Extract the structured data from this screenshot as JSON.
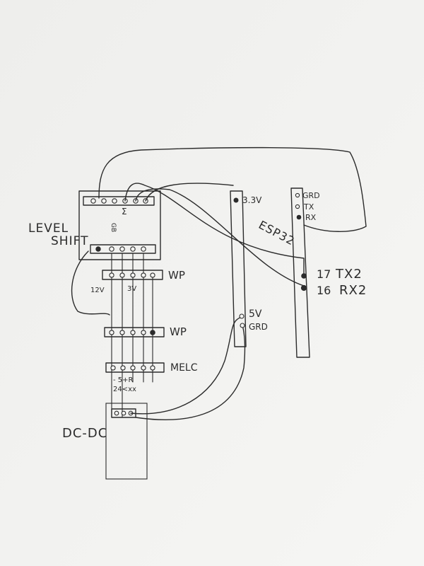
{
  "modules": {
    "level_shift": {
      "label_line1": "LEVEL",
      "label_line2": "SHIFT"
    },
    "esp32": {
      "label": "ESP32",
      "pin_top_1": "GRD",
      "pin_top_2": "TX",
      "pin_top_3": "RX",
      "pin_tx2_number": "17",
      "pin_tx2": "TX2",
      "pin_rx2_number": "16",
      "pin_rx2": "RX2"
    },
    "power_rail": {
      "label_3v3": "3.3V",
      "label_5v": "5V",
      "label_grd": "GRD"
    },
    "terminal_1": {
      "label": "WP"
    },
    "terminal_2": {
      "label": "WP"
    },
    "terminal_3": {
      "label": "MELC"
    },
    "dc_converter": {
      "label": "DC-DC"
    }
  },
  "annotations": {
    "sigma_mark": "Σ",
    "voltage_12v": "12V",
    "voltage_3v": "3V",
    "level_shift_side_mark": "GB",
    "melc_pin_marks": "- 5+R",
    "melc_pin_marks_2": "24<xx"
  },
  "colors": {
    "paper": "#f2f2f0",
    "ink": "#2b2b2b"
  }
}
